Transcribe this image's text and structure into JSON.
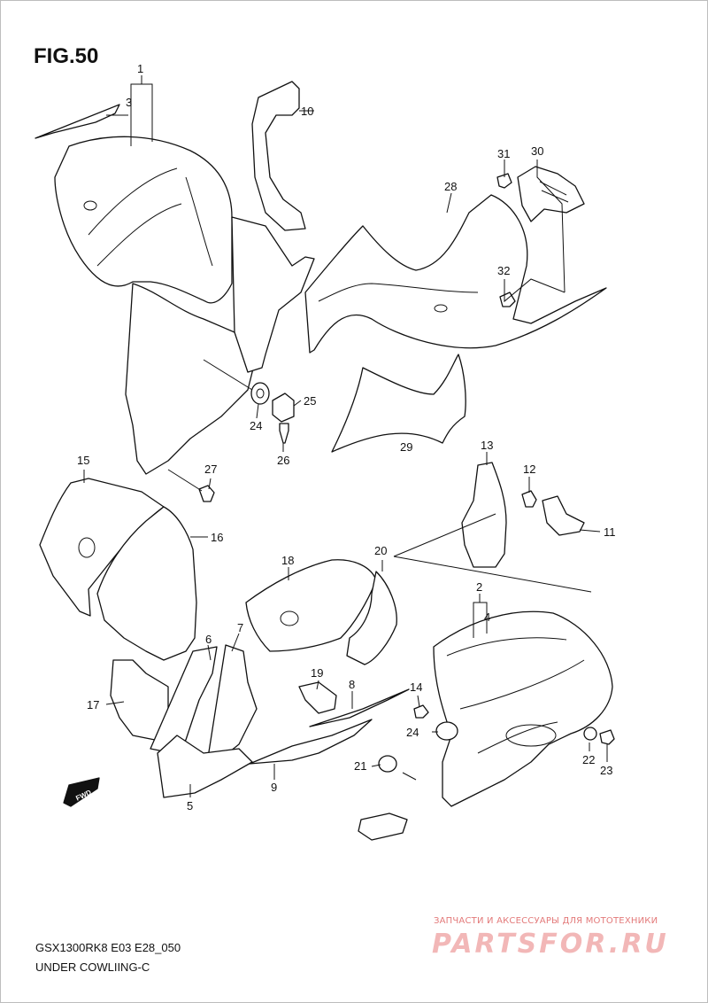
{
  "figure": {
    "title": "FIG.50"
  },
  "footer": {
    "model": "GSX1300RK8 E03 E28_050",
    "section": "UNDER COWLIING-C"
  },
  "direction_marker": {
    "text": "FWD"
  },
  "watermark": {
    "caption": "ЗАПЧАСТИ И АКСЕССУАРЫ ДЛЯ МОТОТЕХНИКИ",
    "logo": "PARTSFOR.RU"
  },
  "callouts": {
    "c1": "1",
    "c2": "2",
    "c3": "3",
    "c4": "4",
    "c5": "5",
    "c6": "6",
    "c7": "7",
    "c8": "8",
    "c9": "9",
    "c10": "10",
    "c11": "11",
    "c12": "12",
    "c13": "13",
    "c14": "14",
    "c15": "15",
    "c16": "16",
    "c17": "17",
    "c18": "18",
    "c19": "19",
    "c20": "20",
    "c21": "21",
    "c22": "22",
    "c23": "23",
    "c24a": "24",
    "c24b": "24",
    "c25": "25",
    "c26": "26",
    "c27": "27",
    "c28": "28",
    "c29": "29",
    "c30": "30",
    "c31": "31",
    "c32": "32"
  }
}
